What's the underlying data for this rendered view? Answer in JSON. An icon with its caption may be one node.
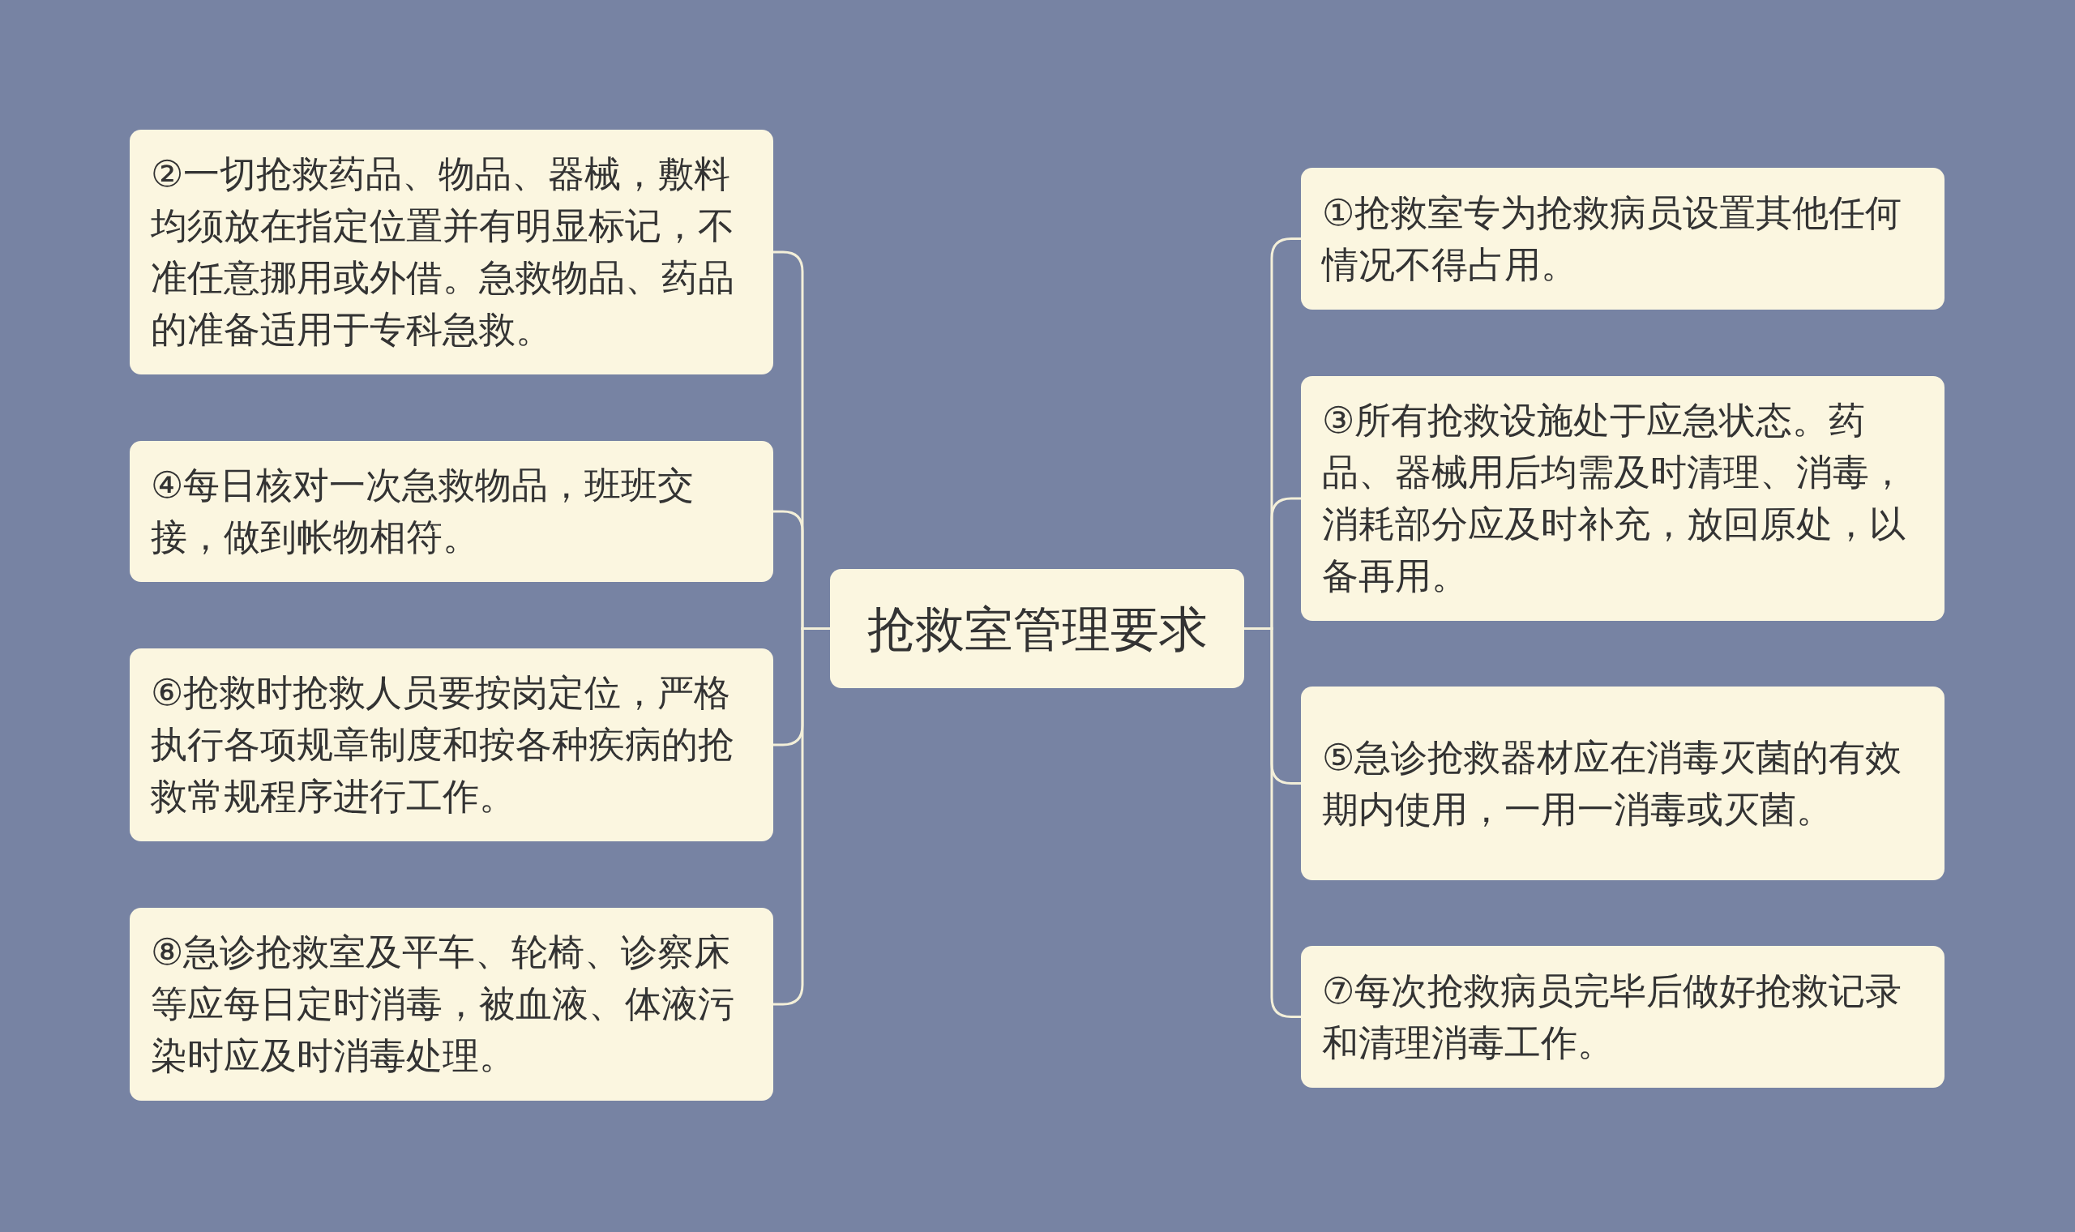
{
  "diagram": {
    "nodes": [
      {
        "text": [
          "抢救室管理要求"
        ]
      },
      {
        "text": [
          "②一切抢救药品、物品、器械，敷料均须放在指定位置并有明显标记，不准任意挪用或外借。急救物品、药品的准备适用于专科急救。"
        ]
      },
      {
        "text": [
          "④每日核对一次急救物品，班班交接，做到帐物相符。"
        ]
      },
      {
        "text": [
          "⑥抢救时抢救人员要按岗定位，严格执行各项规章制度和按各种疾病的抢救常规程序进行工作。"
        ]
      },
      {
        "text": [
          "⑧急诊抢救室及平车、轮椅、诊察床等应每日定时消毒，被血液、体液污染时应及时消毒处理。"
        ]
      },
      {
        "text": [
          "①抢救室专为抢救病员设置其他任何情况不得占用。"
        ]
      },
      {
        "text": [
          "③所有抢救设施处于应急状态。药品、器械用后均需及时清理、消毒，消耗部分应及时补充，放回原处，以备再用。"
        ]
      },
      {
        "text": [
          "⑤急诊抢救器材应在消毒灭菌的有效期内使用，一用一消毒或灭菌。"
        ]
      },
      {
        "text": [
          "⑦每次抢救病员完毕后做好抢救记录和清理消毒工作。"
        ]
      }
    ],
    "edges": [
      {
        "from": 0,
        "to": 1,
        "arrow": "none"
      },
      {
        "from": 0,
        "to": 2,
        "arrow": "none"
      },
      {
        "from": 0,
        "to": 3,
        "arrow": "none"
      },
      {
        "from": 0,
        "to": 4,
        "arrow": "none"
      },
      {
        "from": 0,
        "to": 5,
        "arrow": "none"
      },
      {
        "from": 0,
        "to": 6,
        "arrow": "none"
      },
      {
        "from": 0,
        "to": 7,
        "arrow": "none"
      },
      {
        "from": 0,
        "to": 8,
        "arrow": "none"
      }
    ]
  }
}
